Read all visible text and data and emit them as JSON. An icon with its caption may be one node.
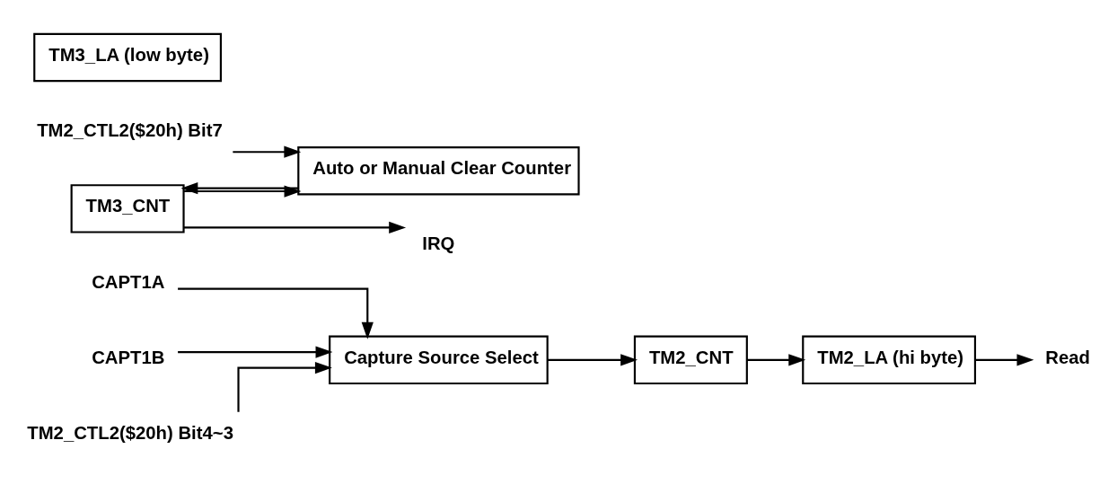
{
  "diagram": {
    "nodes": [
      {
        "text": [
          "CAPT1A"
        ]
      },
      {
        "text": [
          "CAPT1B"
        ]
      },
      {
        "text": [
          "Capture Source Select"
        ]
      },
      {
        "text": [
          "TM2_CTL2($20h) Bit4~3"
        ]
      },
      {
        "text": [
          "TM2_CNT"
        ]
      },
      {
        "text": [
          "TM3_CNT"
        ]
      },
      {
        "text": [
          "TM2_LA (hi byte)"
        ]
      },
      {
        "text": [
          "TM3_LA (low byte)"
        ]
      },
      {
        "text": [
          "Read"
        ]
      },
      {
        "text": [
          "TM2_CTL2($20h) Bit7"
        ]
      },
      {
        "text": [
          "Auto or Manual Clear Counter"
        ]
      },
      {
        "text": [
          "IRQ"
        ]
      }
    ],
    "edges": [
      {
        "from": 0,
        "to": 2,
        "arrow": "to"
      },
      {
        "from": 1,
        "to": 2,
        "arrow": "to"
      },
      {
        "from": 3,
        "to": 2,
        "arrow": "to"
      },
      {
        "from": 2,
        "to": 4,
        "arrow": "to"
      },
      {
        "from": 4,
        "to": 6,
        "arrow": "to"
      },
      {
        "from": 6,
        "to": 8,
        "arrow": "to"
      },
      {
        "from": 9,
        "to": 10,
        "arrow": "to"
      },
      {
        "from": 10,
        "to": 5,
        "arrow": "to"
      },
      {
        "from": 5,
        "to": 11,
        "arrow": "to"
      },
      {
        "from": 5,
        "to": 10,
        "arrow": "to"
      }
    ]
  }
}
